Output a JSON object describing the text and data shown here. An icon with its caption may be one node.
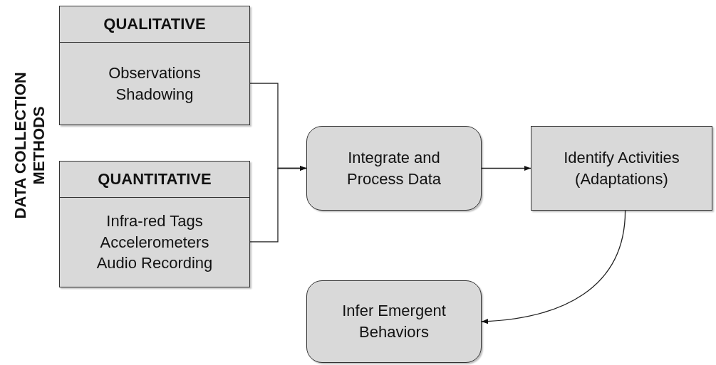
{
  "diagram": {
    "nodes": [
      {
        "text": [
          "QUALITATIVE",
          "Observations Shadowing"
        ]
      },
      {
        "text": [
          "QUANTITATIVE",
          "Infra-red Tags Accelerometers Audio Recording"
        ]
      },
      {
        "text": [
          "Integrate and Process Data"
        ]
      },
      {
        "text": [
          "Identify Activities (Adaptations)"
        ]
      },
      {
        "text": [
          "Infer Emergent Behaviors"
        ]
      }
    ],
    "edges": [
      {
        "from": 0,
        "to": 2,
        "arrow": "to"
      },
      {
        "from": 1,
        "to": 2,
        "arrow": "to"
      },
      {
        "from": 2,
        "to": 3,
        "arrow": "to"
      },
      {
        "from": 3,
        "to": 4,
        "arrow": "to"
      }
    ],
    "labels": [
      "DATA COLLECTION METHODS"
    ]
  }
}
